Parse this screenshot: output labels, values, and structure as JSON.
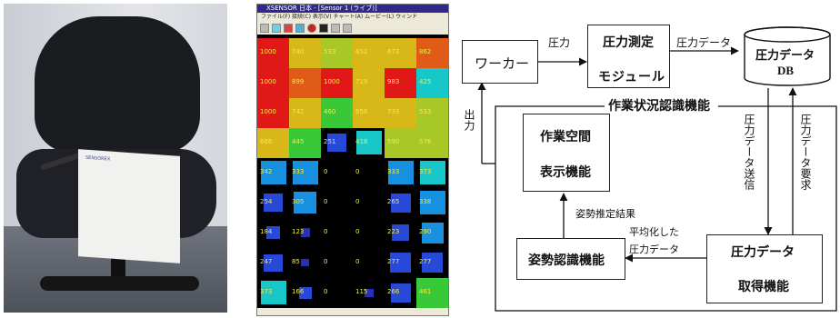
{
  "chair_photo": {
    "pad_label": "SENSOREX"
  },
  "app_screenshot": {
    "title": "XSENSOR 日本 - [Sensor 1 (ライブ)]",
    "menu": "ファイル(F)  接続(C)  表示(V)  チャート(A)  ムービー(L)  ウィンド",
    "heatmap_values": [
      [
        "1000",
        "740",
        "533",
        "652",
        "673",
        "862"
      ],
      [
        "1000",
        "899",
        "1000",
        "719",
        "983",
        "425"
      ],
      [
        "1000",
        "742",
        "460",
        "656",
        "733",
        "533"
      ],
      [
        "666",
        "445",
        "251",
        "418",
        "590",
        "576"
      ],
      [
        "342",
        "333",
        "0",
        "0",
        "333",
        "373"
      ],
      [
        "254",
        "305",
        "0",
        "0",
        "265",
        "338"
      ],
      [
        "184",
        "123",
        "0",
        "0",
        "223",
        "290"
      ],
      [
        "247",
        "85",
        "0",
        "0",
        "277",
        "277"
      ],
      [
        "373",
        "166",
        "0",
        "115",
        "266",
        "461"
      ]
    ]
  },
  "diagram": {
    "worker": "ワーカー",
    "pressure_in": "圧力",
    "module_line1": "圧力測定",
    "module_line2": "モジュール",
    "pressure_data_out": "圧力データ",
    "db_line1": "圧力データ",
    "db_line2": "DB",
    "work_recognition": "作業状況認識機能",
    "output": "出力",
    "workspace_line1": "作業空間",
    "workspace_line2": "表示機能",
    "send_label": "圧力データ送信",
    "request_label": "圧力データ要求",
    "posture_result": "姿勢推定結果",
    "averaged_line1": "平均化した",
    "averaged_line2": "圧力データ",
    "posture_recognition": "姿勢認識機能",
    "acquire_line1": "圧力データ",
    "acquire_line2": "取得機能"
  }
}
